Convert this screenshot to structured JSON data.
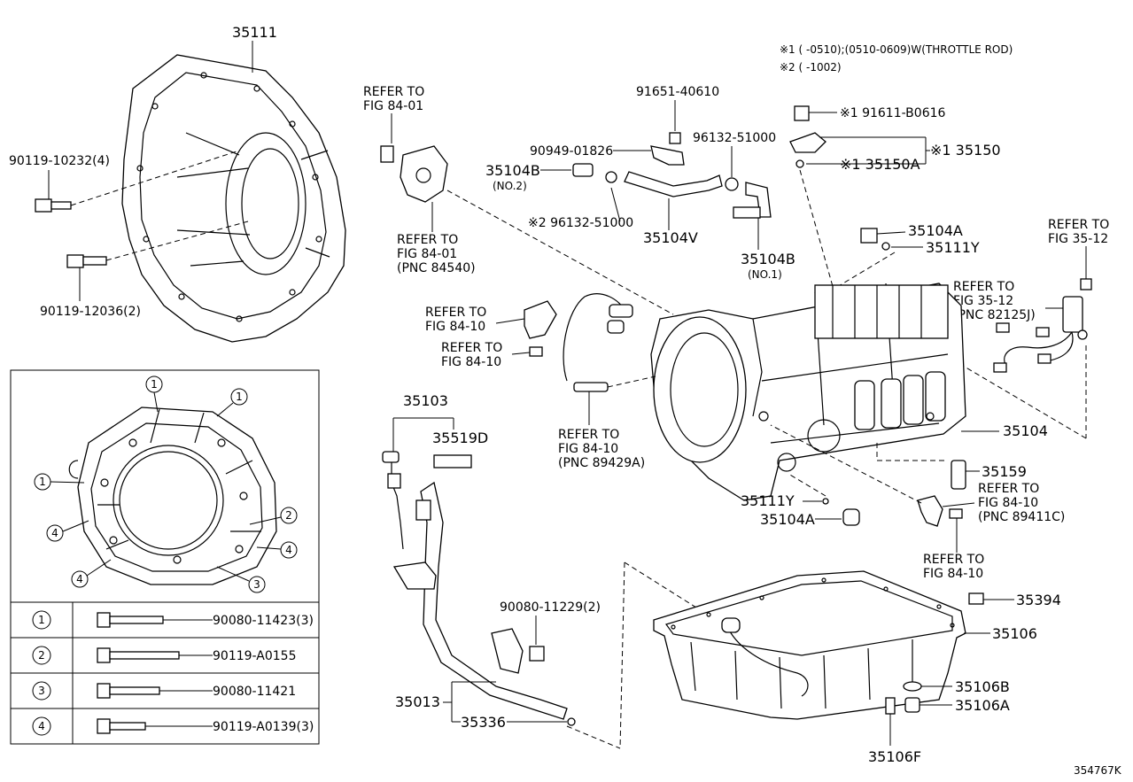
{
  "notes": {
    "note1": "※1 (      -0510);(0510-0609)W(THROTTLE ROD)",
    "note2": "※2 (      -1002)"
  },
  "labels": {
    "p35111": "35111",
    "p90119_10232": "90119-10232(4)",
    "p90119_12036": "90119-12036(2)",
    "refer_84_01_a1": "REFER TO",
    "refer_84_01_a2": "FIG 84-01",
    "refer_84_01_b1": "REFER TO",
    "refer_84_01_b2": "FIG 84-01",
    "refer_84_01_b3": "(PNC 84540)",
    "p91651": "91651-40610",
    "p90949": "90949-01826",
    "p96132_a": "96132-51000",
    "p35104B_1": "35104B",
    "no2": "(NO.2)",
    "p96132_b": "※2 96132-51000",
    "p35104V": "35104V",
    "p35104B_2": "35104B",
    "no1": "(NO.1)",
    "p91611": "※1 91611-B0616",
    "p35150": "※1 35150",
    "p35150A": "※1 35150A",
    "p35104A_1": "35104A",
    "p35111Y_1": "35111Y",
    "refer_35_12_a1": "REFER TO",
    "refer_35_12_a2": "FIG 35-12",
    "refer_35_12_b1": "REFER TO",
    "refer_35_12_b2": "FIG 35-12",
    "refer_35_12_b3": "(PNC 82125J)",
    "refer_84_10_a1": "REFER TO",
    "refer_84_10_a2": "FIG 84-10",
    "refer_84_10_b1": "REFER TO",
    "refer_84_10_b2": "FIG 84-10",
    "refer_84_10_c1": "REFER TO",
    "refer_84_10_c2": "FIG 84-10",
    "refer_84_10_c3": "(PNC 89429A)",
    "p35104": "35104",
    "p35103": "35103",
    "p35519D": "35519D",
    "p35159": "35159",
    "refer_84_10_d1": "REFER TO",
    "refer_84_10_d2": "FIG 84-10",
    "refer_84_10_d3": "(PNC 89411C)",
    "p35111Y_2": "35111Y",
    "p35104A_2": "35104A",
    "refer_84_10_e1": "REFER TO",
    "refer_84_10_e2": "FIG 84-10",
    "p35394": "35394",
    "p35106": "35106",
    "p90080_11229": "90080-11229(2)",
    "p35013": "35013",
    "p35336": "35336",
    "p35106B": "35106B",
    "p35106A": "35106A",
    "p35106F": "35106F",
    "diagram_id": "354767K"
  },
  "inset": {
    "callouts": [
      "1",
      "1",
      "1",
      "2",
      "3",
      "4",
      "4",
      "4"
    ]
  },
  "bolt_table": [
    {
      "num": "1",
      "part": "90080-11423(3)"
    },
    {
      "num": "2",
      "part": "90119-A0155"
    },
    {
      "num": "3",
      "part": "90080-11421"
    },
    {
      "num": "4",
      "part": "90119-A0139(3)"
    }
  ]
}
